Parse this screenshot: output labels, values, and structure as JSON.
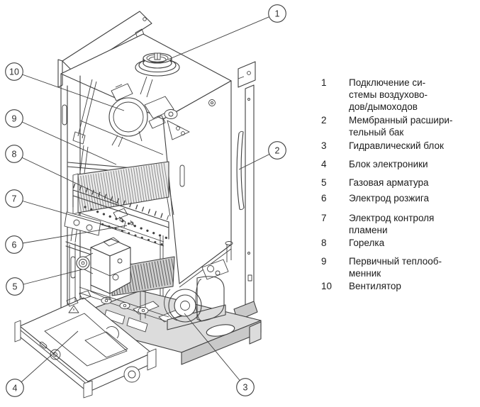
{
  "colors": {
    "background": "#ffffff",
    "line": "#3f3f3f",
    "light_gray_fill": "#dcdcdc",
    "text": "#1b1b1b"
  },
  "diagram": {
    "callouts": [
      {
        "number": "1"
      },
      {
        "number": "2"
      },
      {
        "number": "3"
      },
      {
        "number": "4"
      },
      {
        "number": "5"
      },
      {
        "number": "6"
      },
      {
        "number": "7"
      },
      {
        "number": "8"
      },
      {
        "number": "9"
      },
      {
        "number": "10"
      }
    ]
  },
  "legend": {
    "items": [
      {
        "number": "1",
        "lines": [
          "Подключение си-",
          "стемы воздухово-",
          "дов/дымоходов"
        ]
      },
      {
        "number": "2",
        "lines": [
          "Мембранный расшири-",
          "тельный бак"
        ]
      },
      {
        "number": "3",
        "lines": [
          "Гидравлический блок"
        ]
      },
      {
        "number": "4",
        "lines": [
          "Блок электроники"
        ]
      },
      {
        "number": "5",
        "lines": [
          "Газовая арматура"
        ]
      },
      {
        "number": "6",
        "lines": [
          "Электрод розжига"
        ]
      },
      {
        "number": "7",
        "lines": [
          "Электрод контроля",
          "пламени"
        ]
      },
      {
        "number": "8",
        "lines": [
          "Горелка"
        ]
      },
      {
        "number": "9",
        "lines": [
          "Первичный теплооб-",
          "менник"
        ]
      },
      {
        "number": "10",
        "lines": [
          "Вентилятор"
        ]
      }
    ]
  }
}
